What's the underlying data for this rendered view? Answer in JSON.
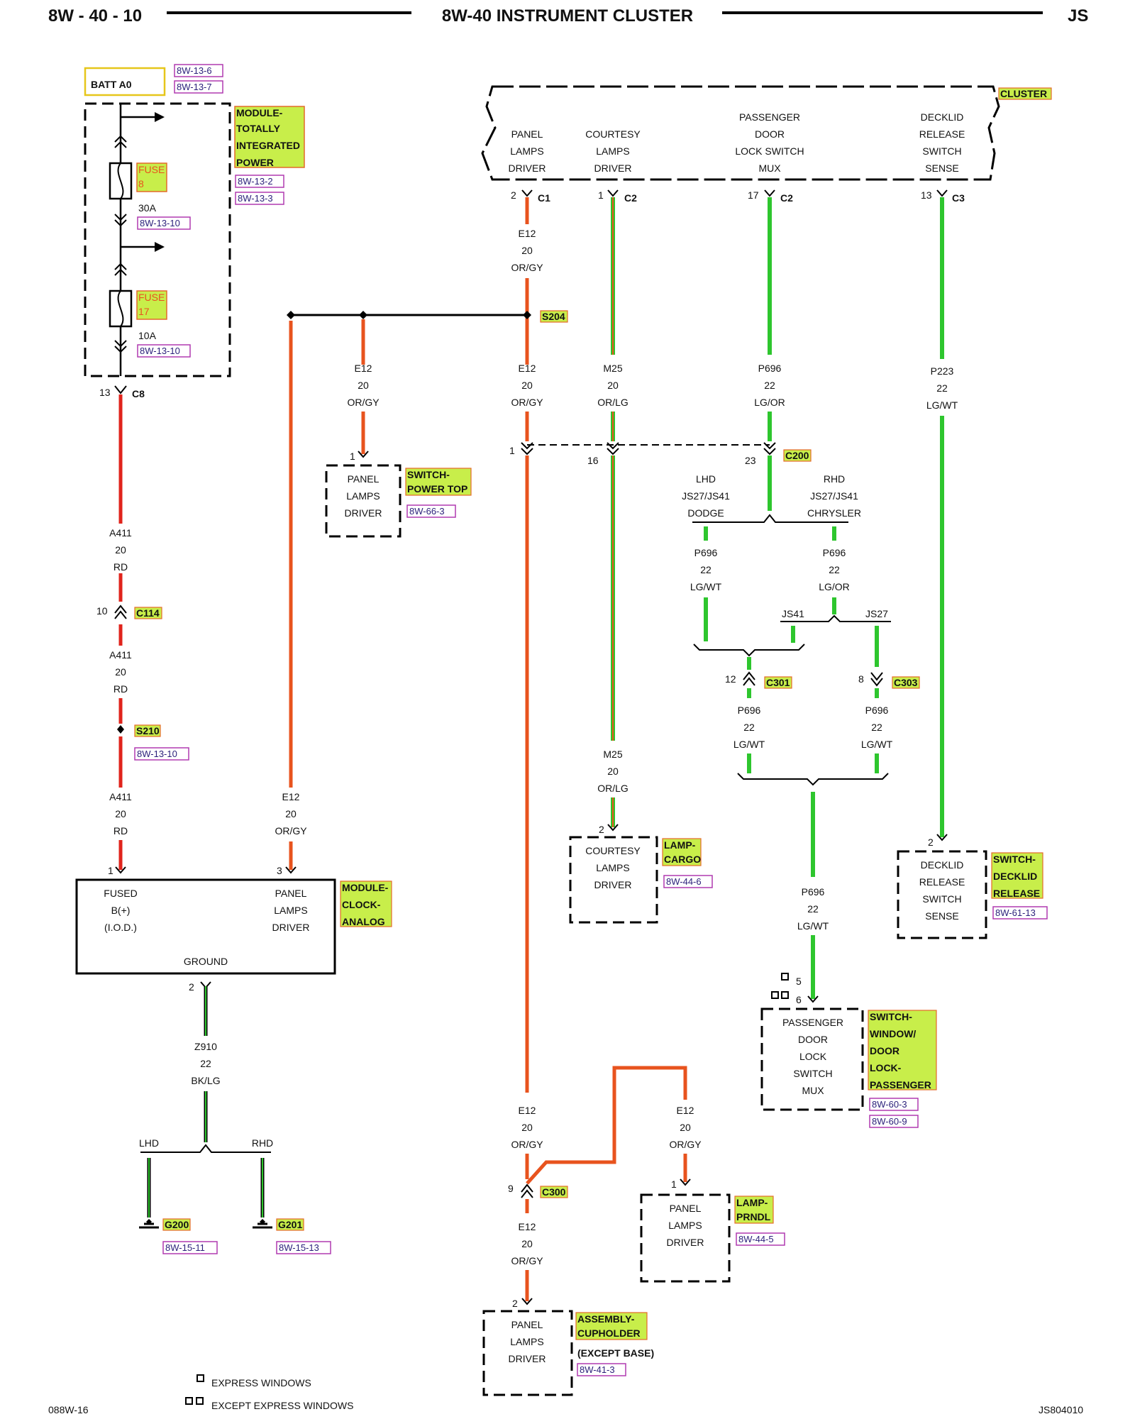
{
  "header": {
    "page": "8W - 40 - 10",
    "title": "8W-40 INSTRUMENT CLUSTER",
    "model": "JS"
  },
  "footer": {
    "left": "088W-16",
    "right": "JS804010"
  },
  "legend": {
    "single": "EXPRESS WINDOWS",
    "double": "EXCEPT EXPRESS WINDOWS"
  },
  "colors": {
    "red": "#e0241c",
    "orange": "#e8531e",
    "green": "#2ec62e",
    "black": "#000000",
    "tag": "#c8ee4a",
    "tag_border": "#e46a2a",
    "ref_border": "#b03ab0",
    "batt_border": "#e6c61a"
  },
  "batt": {
    "label": "BATT A0",
    "refs": [
      "8W-13-6",
      "8W-13-7"
    ]
  },
  "tipm": {
    "name": [
      "MODULE-",
      "TOTALLY",
      "INTEGRATED",
      "POWER"
    ],
    "refs": [
      "8W-13-2",
      "8W-13-3"
    ],
    "fuse8": {
      "label": [
        "FUSE",
        "8"
      ],
      "rating": "30A",
      "ref": "8W-13-10"
    },
    "fuse17": {
      "label": [
        "FUSE",
        "17"
      ],
      "rating": "10A",
      "ref": "8W-13-10"
    },
    "pin": "13",
    "connector": "C8"
  },
  "cluster": {
    "name": "CLUSTER",
    "functions": [
      {
        "lines": [
          "PANEL",
          "LAMPS",
          "DRIVER"
        ],
        "pin": "2",
        "connector": "C1"
      },
      {
        "lines": [
          "COURTESY",
          "LAMPS",
          "DRIVER"
        ],
        "pin": "1",
        "connector": "C2"
      },
      {
        "lines": [
          "PASSENGER",
          "DOOR",
          "LOCK SWITCH",
          "MUX"
        ],
        "pin": "17",
        "connector": "C2"
      },
      {
        "lines": [
          "DECKLID",
          "RELEASE",
          "SWITCH",
          "SENSE"
        ],
        "pin": "13",
        "connector": "C3"
      }
    ]
  },
  "wires": {
    "a411_1": [
      "A411",
      "20",
      "RD"
    ],
    "a411_2": [
      "A411",
      "20",
      "RD"
    ],
    "a411_3": [
      "A411",
      "20",
      "RD"
    ],
    "e12_top": [
      "E12",
      "20",
      "OR/GY"
    ],
    "e12_mid": [
      "E12",
      "20",
      "OR/GY"
    ],
    "e12_pt": [
      "E12",
      "20",
      "OR/GY"
    ],
    "e12_clock": [
      "E12",
      "20",
      "OR/GY"
    ],
    "e12_c300a": [
      "E12",
      "20",
      "OR/GY"
    ],
    "e12_prndl": [
      "E12",
      "20",
      "OR/GY"
    ],
    "e12_cup": [
      "E12",
      "20",
      "OR/GY"
    ],
    "m25_1": [
      "M25",
      "20",
      "OR/LG"
    ],
    "m25_2": [
      "M25",
      "20",
      "OR/LG"
    ],
    "p696_1": [
      "P696",
      "22",
      "LG/OR"
    ],
    "p696_lhd": [
      "P696",
      "22",
      "LG/WT"
    ],
    "p696_rhd": [
      "P696",
      "22",
      "LG/OR"
    ],
    "p696_c301": [
      "P696",
      "22",
      "LG/WT"
    ],
    "p696_c303": [
      "P696",
      "22",
      "LG/WT"
    ],
    "p696_bot": [
      "P696",
      "22",
      "LG/WT"
    ],
    "p223": [
      "P223",
      "22",
      "LG/WT"
    ],
    "z910": [
      "Z910",
      "22",
      "BK/LG"
    ]
  },
  "splices": {
    "s204": "S204",
    "s210": {
      "label": "S210",
      "ref": "8W-13-10"
    }
  },
  "connectors": {
    "c114": {
      "name": "C114",
      "pin": "10"
    },
    "c200": {
      "name": "C200",
      "pins": [
        "1",
        "16",
        "23"
      ]
    },
    "c301": {
      "name": "C301",
      "pin": "12"
    },
    "c303": {
      "name": "C303",
      "pin": "8"
    },
    "c300": {
      "name": "C300",
      "pin": "9"
    }
  },
  "branches": {
    "dodge": [
      "LHD",
      "JS27/JS41",
      "DODGE"
    ],
    "chrysler": [
      "RHD",
      "JS27/JS41",
      "CHRYSLER"
    ],
    "js41": "JS41",
    "js27": "JS27",
    "lhd": "LHD",
    "rhd": "RHD"
  },
  "clock": {
    "name": [
      "MODULE-",
      "CLOCK-",
      "ANALOG"
    ],
    "fused": [
      "FUSED",
      "B(+)",
      "(I.O.D.)"
    ],
    "panel": [
      "PANEL",
      "LAMPS",
      "DRIVER"
    ],
    "ground": "GROUND",
    "pin_fused": "1",
    "pin_panel": "3",
    "pin_ground": "2"
  },
  "grounds": {
    "g200": {
      "name": "G200",
      "ref": "8W-15-11"
    },
    "g201": {
      "name": "G201",
      "ref": "8W-15-13"
    }
  },
  "components": {
    "powertop": {
      "pin": "1",
      "lines": [
        "PANEL",
        "LAMPS",
        "DRIVER"
      ],
      "name": [
        "SWITCH-",
        "POWER TOP"
      ],
      "ref": "8W-66-3"
    },
    "cargo": {
      "pin": "2",
      "lines": [
        "COURTESY",
        "LAMPS",
        "DRIVER"
      ],
      "name": [
        "LAMP-",
        "CARGO"
      ],
      "ref": "8W-44-6"
    },
    "decklid": {
      "pin": "2",
      "lines": [
        "DECKLID",
        "RELEASE",
        "SWITCH",
        "SENSE"
      ],
      "name": [
        "SWITCH-",
        "DECKLID",
        "RELEASE"
      ],
      "ref": "8W-61-13"
    },
    "doorlock": {
      "pins": [
        "5",
        "6"
      ],
      "lines": [
        "PASSENGER",
        "DOOR",
        "LOCK",
        "SWITCH",
        "MUX"
      ],
      "name": [
        "SWITCH-",
        "WINDOW/",
        "DOOR",
        "LOCK-",
        "PASSENGER"
      ],
      "refs": [
        "8W-60-3",
        "8W-60-9"
      ]
    },
    "prndl": {
      "pin": "1",
      "lines": [
        "PANEL",
        "LAMPS",
        "DRIVER"
      ],
      "name": [
        "LAMP-",
        "PRNDL"
      ],
      "ref": "8W-44-5"
    },
    "cupholder": {
      "pin": "2",
      "lines": [
        "PANEL",
        "LAMPS",
        "DRIVER"
      ],
      "name": [
        "ASSEMBLY-",
        "CUPHOLDER"
      ],
      "note": "(EXCEPT BASE)",
      "ref": "8W-41-3"
    }
  }
}
